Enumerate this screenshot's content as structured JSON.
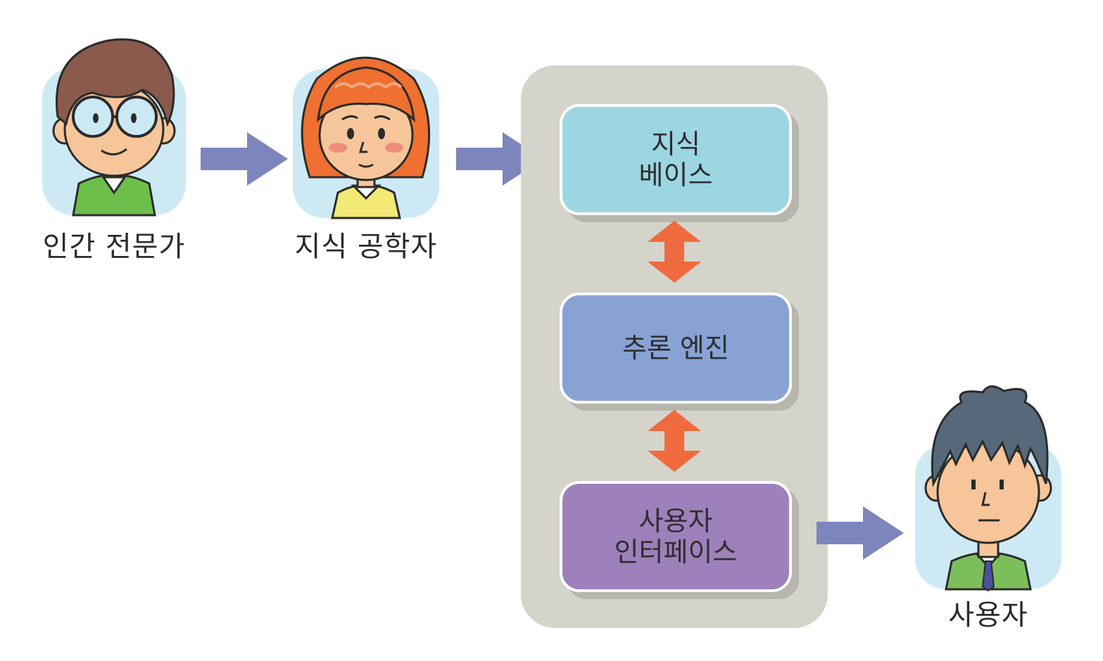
{
  "people": {
    "human_expert": {
      "label": "인간 전문가"
    },
    "knowledge_engineer": {
      "label": "지식 공학자"
    },
    "user": {
      "label": "사용자"
    }
  },
  "system": {
    "knowledge_base": {
      "line1": "지식",
      "line2": "베이스"
    },
    "inference_engine": {
      "label": "추론 엔진"
    },
    "user_interface": {
      "line1": "사용자",
      "line2": "인터페이스"
    }
  },
  "colors": {
    "panel": "#d5d4ca",
    "knowledge_base": "#9cd6e2",
    "inference_engine": "#87a2d3",
    "user_interface": "#9e80bb",
    "flow_arrow": "#7c86bc",
    "bidirectional_arrow": "#ef6a3e",
    "avatar_bg": "#cdeaf4"
  }
}
